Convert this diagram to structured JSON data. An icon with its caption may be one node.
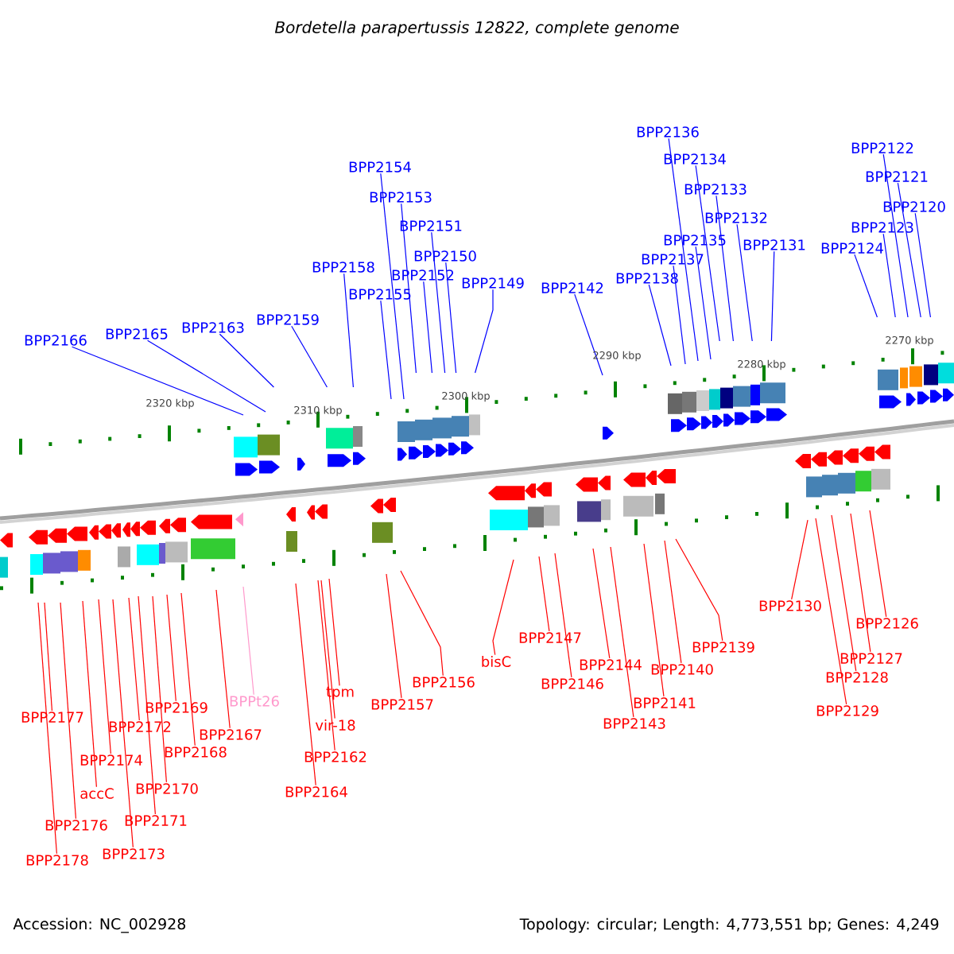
{
  "diagram": {
    "title": "Bordetella parapertussis 12822, complete genome",
    "nodes": [
      {
        "text": [
          "BPP2166"
        ]
      },
      {
        "text": [
          "BPP2165"
        ]
      },
      {
        "text": [
          "BPP2163"
        ]
      },
      {
        "text": [
          "BPP2159"
        ]
      },
      {
        "text": [
          "BPP2158"
        ]
      },
      {
        "text": [
          "BPP2155"
        ]
      },
      {
        "text": [
          "BPP2154"
        ]
      },
      {
        "text": [
          "BPP2153"
        ]
      },
      {
        "text": [
          "BPP2152"
        ]
      },
      {
        "text": [
          "BPP2151"
        ]
      },
      {
        "text": [
          "BPP2150"
        ]
      },
      {
        "text": [
          "BPP2149"
        ]
      },
      {
        "text": [
          "BPP2142"
        ]
      },
      {
        "text": [
          "BPP2138"
        ]
      },
      {
        "text": [
          "BPP2137"
        ]
      },
      {
        "text": [
          "BPP2136"
        ]
      },
      {
        "text": [
          "BPP2135"
        ]
      },
      {
        "text": [
          "BPP2134"
        ]
      },
      {
        "text": [
          "BPP2133"
        ]
      },
      {
        "text": [
          "BPP2132"
        ]
      },
      {
        "text": [
          "BPP2131"
        ]
      },
      {
        "text": [
          "BPP2124"
        ]
      },
      {
        "text": [
          "BPP2123"
        ]
      },
      {
        "text": [
          "BPP2122"
        ]
      },
      {
        "text": [
          "BPP2121"
        ]
      },
      {
        "text": [
          "BPP2120"
        ]
      },
      {
        "text": [
          "BPP2178"
        ]
      },
      {
        "text": [
          "BPP2177"
        ]
      },
      {
        "text": [
          "BPP2176"
        ]
      },
      {
        "text": [
          "accC"
        ]
      },
      {
        "text": [
          "BPP2174"
        ]
      },
      {
        "text": [
          "BPP2173"
        ]
      },
      {
        "text": [
          "BPP2172"
        ]
      },
      {
        "text": [
          "BPP2171"
        ]
      },
      {
        "text": [
          "BPP2170"
        ]
      },
      {
        "text": [
          "BPP2169"
        ]
      },
      {
        "text": [
          "BPP2168"
        ]
      },
      {
        "text": [
          "BPP2167"
        ]
      },
      {
        "text": [
          "BPPt26"
        ]
      },
      {
        "text": [
          "BPP2164"
        ]
      },
      {
        "text": [
          "tpm"
        ]
      },
      {
        "text": [
          "vir-18"
        ]
      },
      {
        "text": [
          "BPP2162"
        ]
      },
      {
        "text": [
          "BPP2157"
        ]
      },
      {
        "text": [
          "BPP2156"
        ]
      },
      {
        "text": [
          "bisC"
        ]
      },
      {
        "text": [
          "BPP2147"
        ]
      },
      {
        "text": [
          "BPP2146"
        ]
      },
      {
        "text": [
          "BPP2144"
        ]
      },
      {
        "text": [
          "BPP2143"
        ]
      },
      {
        "text": [
          "BPP2141"
        ]
      },
      {
        "text": [
          "BPP2140"
        ]
      },
      {
        "text": [
          "BPP2139"
        ]
      },
      {
        "text": [
          "BPP2130"
        ]
      },
      {
        "text": [
          "BPP2129"
        ]
      },
      {
        "text": [
          "BPP2128"
        ]
      },
      {
        "text": [
          "BPP2127"
        ]
      },
      {
        "text": [
          "BPP2126"
        ]
      }
    ],
    "edges": [
      {
        "from": 0,
        "to": null,
        "arrow": "none",
        "color": "#0000ff"
      },
      {
        "from": 1,
        "to": null,
        "arrow": "none",
        "color": "#0000ff"
      },
      {
        "from": 2,
        "to": null,
        "arrow": "none",
        "color": "#0000ff"
      },
      {
        "from": 3,
        "to": null,
        "arrow": "none",
        "color": "#0000ff"
      },
      {
        "from": 4,
        "to": null,
        "arrow": "none",
        "color": "#0000ff"
      },
      {
        "from": 5,
        "to": null,
        "arrow": "none",
        "color": "#0000ff"
      },
      {
        "from": 6,
        "to": null,
        "arrow": "none",
        "color": "#0000ff"
      },
      {
        "from": 7,
        "to": null,
        "arrow": "none",
        "color": "#0000ff"
      },
      {
        "from": 8,
        "to": null,
        "arrow": "none",
        "color": "#0000ff"
      },
      {
        "from": 9,
        "to": null,
        "arrow": "none",
        "color": "#0000ff"
      },
      {
        "from": 10,
        "to": null,
        "arrow": "none",
        "color": "#0000ff"
      },
      {
        "from": 11,
        "to": null,
        "arrow": "none",
        "color": "#0000ff"
      },
      {
        "from": 12,
        "to": null,
        "arrow": "none",
        "color": "#0000ff"
      },
      {
        "from": 13,
        "to": null,
        "arrow": "none",
        "color": "#0000ff"
      },
      {
        "from": 14,
        "to": null,
        "arrow": "none",
        "color": "#0000ff"
      },
      {
        "from": 15,
        "to": null,
        "arrow": "none",
        "color": "#0000ff"
      },
      {
        "from": 16,
        "to": null,
        "arrow": "none",
        "color": "#0000ff"
      },
      {
        "from": 17,
        "to": null,
        "arrow": "none",
        "color": "#0000ff"
      },
      {
        "from": 18,
        "to": null,
        "arrow": "none",
        "color": "#0000ff"
      },
      {
        "from": 19,
        "to": null,
        "arrow": "none",
        "color": "#0000ff"
      },
      {
        "from": 20,
        "to": null,
        "arrow": "none",
        "color": "#0000ff"
      },
      {
        "from": 21,
        "to": null,
        "arrow": "none",
        "color": "#0000ff"
      },
      {
        "from": 22,
        "to": null,
        "arrow": "none",
        "color": "#0000ff"
      },
      {
        "from": 23,
        "to": null,
        "arrow": "none",
        "color": "#0000ff"
      },
      {
        "from": 24,
        "to": null,
        "arrow": "none",
        "color": "#0000ff"
      },
      {
        "from": 25,
        "to": null,
        "arrow": "none",
        "color": "#0000ff"
      },
      {
        "from": 26,
        "to": null,
        "arrow": "none"
      },
      {
        "from": 27,
        "to": null,
        "arrow": "none"
      },
      {
        "from": 28,
        "to": null,
        "arrow": "none"
      },
      {
        "from": 29,
        "to": null,
        "arrow": "none"
      },
      {
        "from": 30,
        "to": null,
        "arrow": "none"
      },
      {
        "from": 31,
        "to": null,
        "arrow": "none"
      },
      {
        "from": 32,
        "to": null,
        "arrow": "none"
      },
      {
        "from": 33,
        "to": null,
        "arrow": "none"
      },
      {
        "from": 34,
        "to": null,
        "arrow": "none"
      },
      {
        "from": 35,
        "to": null,
        "arrow": "none"
      },
      {
        "from": 36,
        "to": null,
        "arrow": "none"
      },
      {
        "from": 37,
        "to": null,
        "arrow": "none"
      },
      {
        "from": 38,
        "to": null,
        "arrow": "none",
        "color": "#ff99cc"
      },
      {
        "from": 39,
        "to": null,
        "arrow": "none"
      },
      {
        "from": 40,
        "to": null,
        "arrow": "none"
      },
      {
        "from": 41,
        "to": null,
        "arrow": "none"
      },
      {
        "from": 42,
        "to": null,
        "arrow": "none"
      },
      {
        "from": 43,
        "to": null,
        "arrow": "none"
      },
      {
        "from": 44,
        "to": null,
        "arrow": "none"
      },
      {
        "from": 45,
        "to": null,
        "arrow": "none"
      },
      {
        "from": 46,
        "to": null,
        "arrow": "none"
      },
      {
        "from": 47,
        "to": null,
        "arrow": "none"
      },
      {
        "from": 48,
        "to": null,
        "arrow": "none"
      },
      {
        "from": 49,
        "to": null,
        "arrow": "none"
      },
      {
        "from": 50,
        "to": null,
        "arrow": "none"
      },
      {
        "from": 51,
        "to": null,
        "arrow": "none"
      },
      {
        "from": 52,
        "to": null,
        "arrow": "none"
      },
      {
        "from": 53,
        "to": null,
        "arrow": "none"
      },
      {
        "from": 54,
        "to": null,
        "arrow": "none"
      },
      {
        "from": 55,
        "to": null,
        "arrow": "none"
      },
      {
        "from": 56,
        "to": null,
        "arrow": "none"
      },
      {
        "from": 57,
        "to": null,
        "arrow": "none"
      }
    ],
    "labels": [
      "2320 kbp",
      "2310 kbp",
      "2300 kbp",
      "2290 kbp",
      "2280 kbp",
      "2270 kbp",
      "Accession: NC_002928",
      "Topology: circular; Length: 4,773,551 bp; Genes: 4,249"
    ]
  }
}
